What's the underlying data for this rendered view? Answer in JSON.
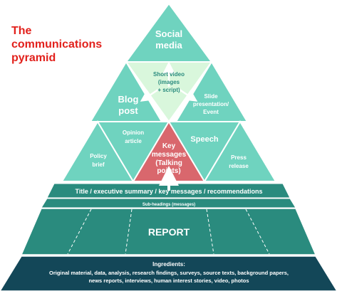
{
  "title": {
    "line1": "The",
    "line2": "communications",
    "line3": "pyramid"
  },
  "pyramid": {
    "social_media": [
      "Social",
      "media"
    ],
    "short_video": [
      "Short video",
      "(images",
      "+ script)"
    ],
    "blog_post": [
      "Blog",
      "post"
    ],
    "slide_presentation": [
      "Slide",
      "presentation/",
      "Event"
    ],
    "opinion_article": [
      "Opinion",
      "article"
    ],
    "key_messages": [
      "Key",
      "messages",
      "(Talking",
      "points)"
    ],
    "speech": [
      "Speech"
    ],
    "policy_brief": [
      "Policy",
      "brief"
    ],
    "press_release": [
      "Press",
      "release"
    ]
  },
  "bands": {
    "title_band": "Title / executive summary / key messages / recommendations",
    "subheadings_band": "Sub-headings (messages)",
    "report_band": "REPORT"
  },
  "ingredients": {
    "heading": "Ingredients:",
    "line1": "Original material, data, analysis, research findings, surveys, source texts, background papers,",
    "line2": "news reports, interviews, human interest stories, video, photos"
  },
  "colors": {
    "teal_light": "#6fd3bf",
    "teal_mid": "#2a8b7e",
    "teal_dark": "#1d6f6b",
    "navy": "#134758",
    "highlight_green": "#d9f7dc",
    "key_red": "#d9676d",
    "title_red": "#e2211c"
  },
  "icons": [
    "arrow-up-icon",
    "arrow-up-left-icon",
    "arrow-up-right-icon"
  ]
}
